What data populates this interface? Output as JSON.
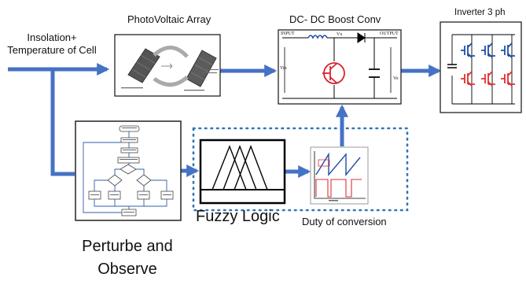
{
  "labels": {
    "input": "Insolation+\nTemperature of Cell",
    "pv_array": "PhotoVoltaic Array",
    "boost": "DC- DC Boost Conv",
    "inverter": "Inverter 3 ph",
    "fuzzy": "Fuzzy Logic",
    "duty": "Duty of conversion",
    "po": "Perturbe and\nObserve"
  },
  "boost_circuit": {
    "input": "INPUT",
    "output": "OUTPUT",
    "vx": "Vx",
    "vin": "Vin",
    "vo": "Vo"
  },
  "colors": {
    "arrow": "#4472c4",
    "dotted": "#2e75b6",
    "circuit": "#000000",
    "igbt_upper": "#1f4fa6",
    "igbt_lower": "#e03030",
    "transistor": "#d9232d"
  }
}
